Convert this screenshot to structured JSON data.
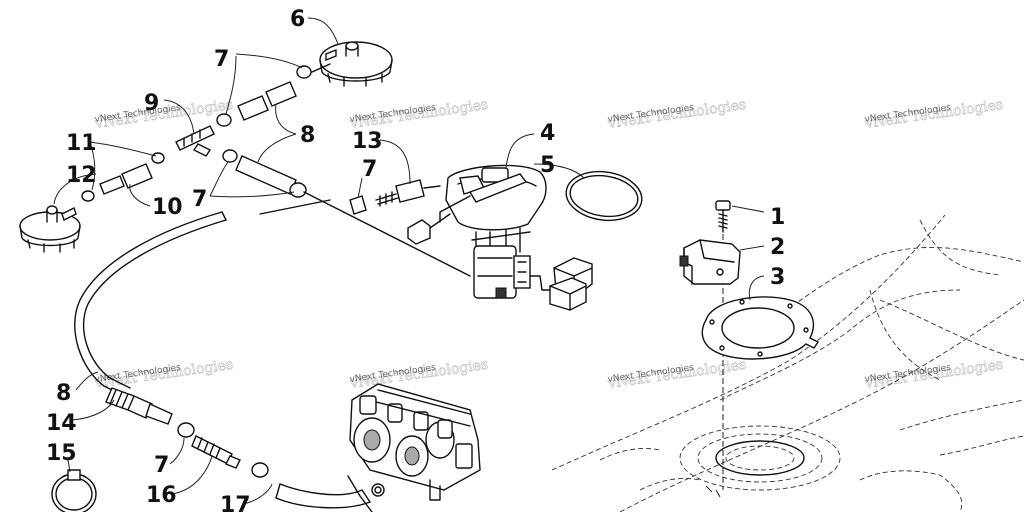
{
  "callouts": {
    "c1": "1",
    "c2": "2",
    "c3": "3",
    "c4": "4",
    "c5": "5",
    "c6": "6",
    "c7a": "7",
    "c7b": "7",
    "c7c": "7",
    "c7d": "7",
    "c8a": "8",
    "c8b": "8",
    "c9": "9",
    "c10": "10",
    "c11": "11",
    "c12": "12",
    "c13": "13",
    "c14": "14",
    "c15": "15",
    "c16": "16",
    "c17": "17"
  },
  "watermark": {
    "text": "vNext Technologies"
  }
}
